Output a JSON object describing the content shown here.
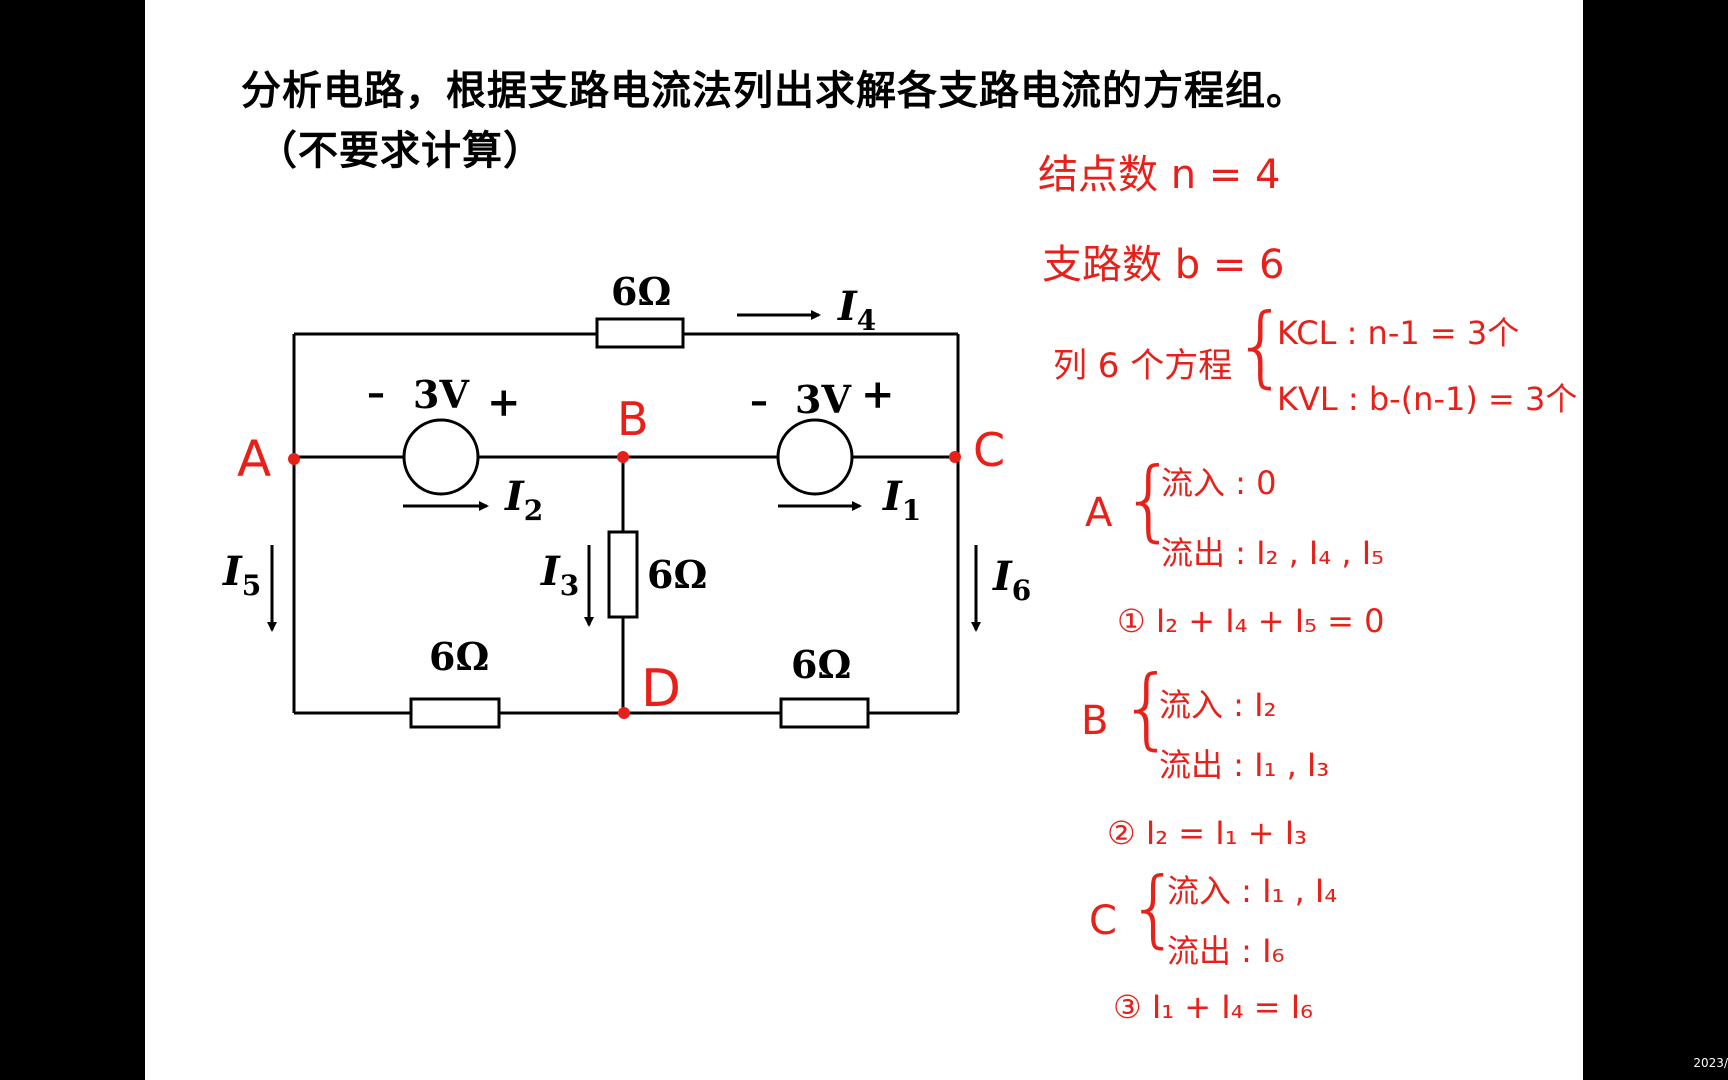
{
  "problem": {
    "title_line1": "分析电路，根据支路电流法列出求解各支路电流的方程组。",
    "title_line2": "（不要求计算）"
  },
  "circuit": {
    "resistor_top": "6Ω",
    "resistor_middle": "6Ω",
    "resistor_bottom_left": "6Ω",
    "resistor_bottom_right": "6Ω",
    "source_left": {
      "value": "3V",
      "minus": "–",
      "plus": "+"
    },
    "source_right": {
      "value": "3V",
      "minus": "–",
      "plus": "+"
    },
    "currents": {
      "I1": {
        "letter": "I",
        "sub": "1"
      },
      "I2": {
        "letter": "I",
        "sub": "2"
      },
      "I3": {
        "letter": "I",
        "sub": "3"
      },
      "I4": {
        "letter": "I",
        "sub": "4"
      },
      "I5": {
        "letter": "I",
        "sub": "5"
      },
      "I6": {
        "letter": "I",
        "sub": "6"
      }
    },
    "nodes": {
      "A": "A",
      "B": "B",
      "C": "C",
      "D": "D"
    }
  },
  "notes": {
    "node_count": "结点数 n = 4",
    "branch_count": "支路数 b = 6",
    "equations_intro": "列 6 个方程",
    "kcl": "KCL : n-1 = 3个",
    "kvl": "KVL : b-(n-1) = 3个",
    "node_A": {
      "label": "A",
      "inflow": "流入 : 0",
      "outflow": "流出 : I₂ , I₄ , I₅",
      "equation": "① I₂ + I₄ + I₅ = 0"
    },
    "node_B": {
      "label": "B",
      "inflow": "流入 : I₂",
      "outflow": "流出 : I₁ , I₃",
      "equation": "② I₂ = I₁ + I₃"
    },
    "node_C": {
      "label": "C",
      "inflow": "流入 : I₁ , I₄",
      "outflow": "流出 : I₆",
      "equation": "③ I₁ + I₄ = I₆"
    }
  },
  "footer": {
    "timestamp": "2023/"
  },
  "colors": {
    "ink_red": "#e8201a",
    "circuit": "#000000",
    "slide": "#ffffff",
    "frame": "#000000"
  }
}
